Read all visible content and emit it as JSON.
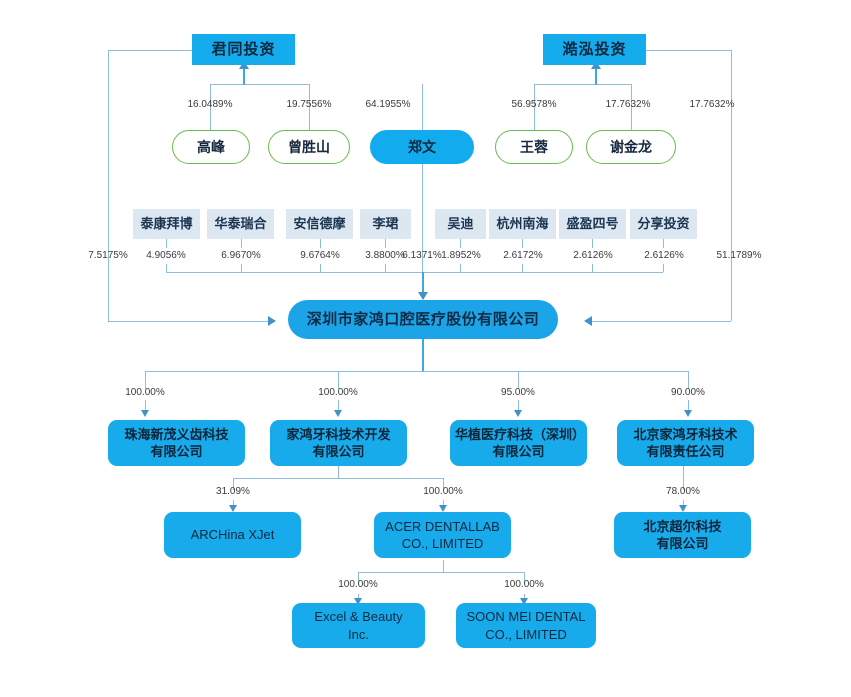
{
  "diagram": {
    "type": "ownership-structure-chart",
    "accent_blue": "#15ACEE",
    "line_blue": "#8FBEDC",
    "inst_box_fill": "#DCE7F2",
    "person_border_green": "#67BD4B"
  },
  "funds": [
    {
      "name": "fund-juntong",
      "label": "君同投资"
    },
    {
      "name": "fund-haohong",
      "label": "澔泓投资"
    }
  ],
  "persons": [
    {
      "name": "person-gaofeng",
      "label": "高峰",
      "pct": "16.0489%",
      "highlight": false
    },
    {
      "name": "person-zengshengshan",
      "label": "曾胜山",
      "pct": "19.7556%",
      "highlight": false
    },
    {
      "name": "person-zhengwen",
      "label": "郑文",
      "pct": "64.1955%",
      "highlight": true
    },
    {
      "name": "person-wangrong",
      "label": "王蓉",
      "pct": "56.9578%",
      "highlight": false
    },
    {
      "name": "person-xiejinlong",
      "label": "谢金龙",
      "pct": "17.7632%",
      "highlight": false
    }
  ],
  "institutions": [
    {
      "name": "inst-taikang-baibo",
      "label": "泰康拜博",
      "pct": "4.9056%"
    },
    {
      "name": "inst-huatai-ruihe",
      "label": "华泰瑞合",
      "pct": "6.9670%"
    },
    {
      "name": "inst-anxin-demo",
      "label": "安信德摩",
      "pct": "9.6764%"
    },
    {
      "name": "inst-lijun",
      "label": "李珺",
      "pct": "3.8800%"
    },
    {
      "name": "inst-wudi",
      "label": "吴迪",
      "pct": "1.8952%"
    },
    {
      "name": "inst-hangzhou-nanhai",
      "label": "杭州南海",
      "pct": "2.6172%"
    },
    {
      "name": "inst-shengying-no4",
      "label": "盛盈四号",
      "pct": "2.6126%"
    },
    {
      "name": "inst-fenxiang-touzi",
      "label": "分享投资",
      "pct": "2.6126%"
    }
  ],
  "extra_pcts": {
    "left_outer": "7.5175%",
    "zhengwen_direct": "6.1371%",
    "right_outer": "51.1789%"
  },
  "company": {
    "label": "深圳市家鸿口腔医疗股份有限公司"
  },
  "subsidiaries": [
    {
      "name": "sub-zhuhai-xinmao",
      "line1": "珠海新茂义齿科技",
      "line2": "有限公司",
      "pct": "100.00%",
      "latin": false
    },
    {
      "name": "sub-jiahong-dental-tech",
      "line1": "家鸿牙科技术开发",
      "line2": "有限公司",
      "pct": "100.00%",
      "latin": false
    },
    {
      "name": "sub-huazhi-medical",
      "line1": "华植医疗科技（深圳）",
      "line2": "有限公司",
      "pct": "95.00%",
      "latin": false
    },
    {
      "name": "sub-beijing-jiahong",
      "line1": "北京家鸿牙科技术",
      "line2": "有限责任公司",
      "pct": "90.00%",
      "latin": false
    }
  ],
  "level3": [
    {
      "name": "sub-archina-xjet",
      "line1": "ARCHina XJet",
      "line2": "",
      "pct": "31.09%",
      "latin": true
    },
    {
      "name": "sub-acer-dentallab",
      "line1": "ACER DENTALLAB",
      "line2": "CO., LIMITED",
      "pct": "100.00%",
      "latin": true
    },
    {
      "name": "sub-beijing-chaoer",
      "line1": "北京超尔科技",
      "line2": "有限公司",
      "pct": "78.00%",
      "latin": false
    }
  ],
  "level4": [
    {
      "name": "sub-excel-beauty",
      "line1": "Excel & Beauty",
      "line2": "Inc.",
      "pct": "100.00%",
      "latin": true
    },
    {
      "name": "sub-soon-mei-dental",
      "line1": "SOON MEI DENTAL",
      "line2": "CO., LIMITED",
      "pct": "100.00%",
      "latin": true
    }
  ]
}
